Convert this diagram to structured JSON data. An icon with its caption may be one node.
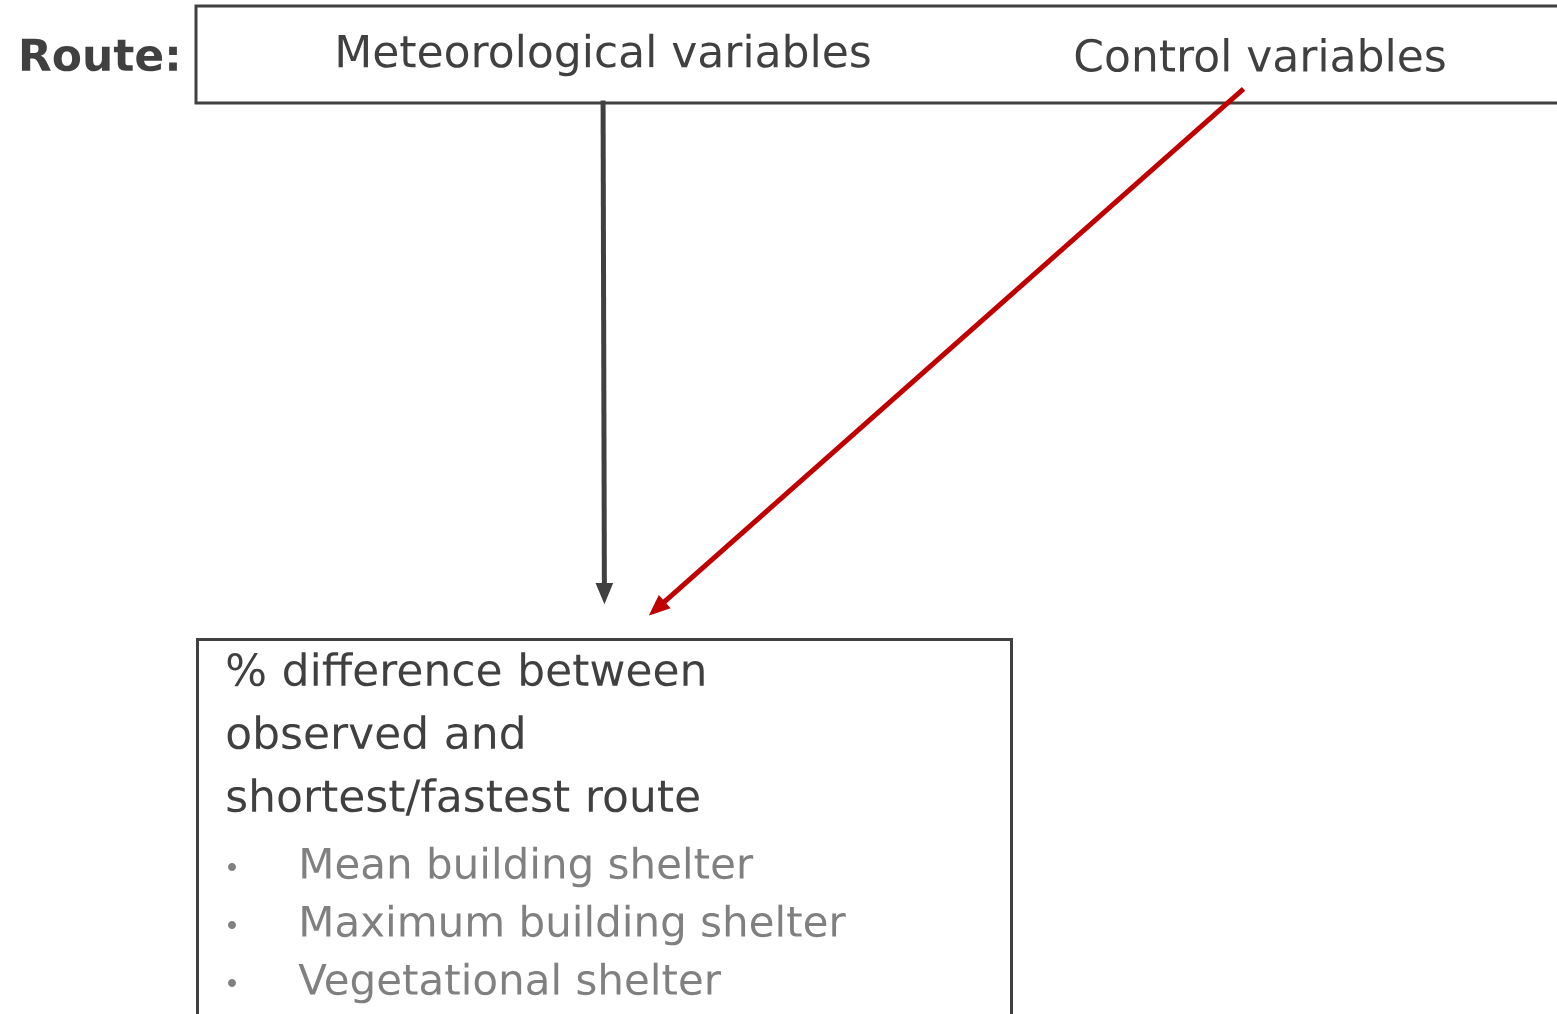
{
  "diagram": {
    "nodes": [
      {
        "text": [
          "Route:"
        ]
      },
      {
        "text": [
          "Meteorological variables"
        ],
        "in": 0
      },
      {
        "text": [
          "Control variables"
        ],
        "in": 0
      },
      {
        "text": [
          "% difference between observed and shortest/fastest route",
          "Mean building shelter",
          "Maximum building shelter",
          "Vegetational shelter"
        ]
      }
    ],
    "edges": [
      {
        "from": 1,
        "to": 3,
        "arrow": "to"
      },
      {
        "from": 2,
        "to": 3,
        "arrow": "to",
        "color": "#c00000"
      }
    ]
  }
}
